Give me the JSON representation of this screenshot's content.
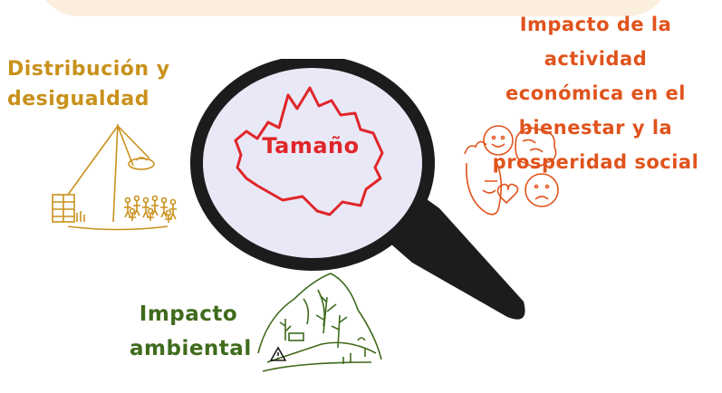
{
  "labels": {
    "distribucion": [
      "Distribución y",
      "desigualdad"
    ],
    "impacto_economico": [
      "Impacto de la actividad",
      "económica en el",
      "bienestar y la",
      "prosperidad social"
    ],
    "impacto_ambiental": [
      "Impacto",
      "ambiental"
    ],
    "centro": "Tamaño"
  },
  "colors": {
    "distribucion": "#c9911c",
    "impacto_economico": "#e0531c",
    "impacto_ambiental": "#3f6b1d",
    "centro": "#e0262a",
    "lens": "#e9e8f6",
    "handle": "#1c1c1c"
  },
  "icons": [
    "magnifying-glass-icon",
    "balance-scale-icon",
    "faces-brain-icon",
    "landscape-icon",
    "warning-icon"
  ]
}
